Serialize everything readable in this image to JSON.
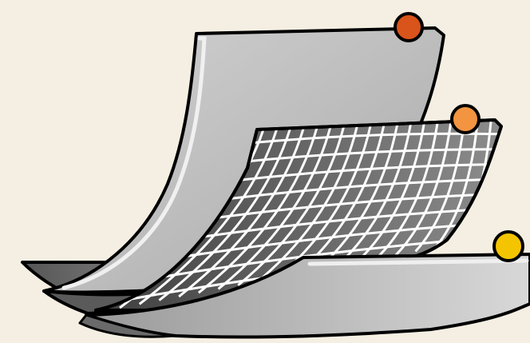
{
  "illustration": {
    "subject": "layered-flexible-sheets",
    "colors": {
      "background": "#f5efe3",
      "outline": "#000000",
      "sheet_light": "#e6e6e6",
      "sheet_mid": "#b5b5b5",
      "sheet_dark": "#4a4a4a",
      "mesh_dark": "#3d3d3d",
      "mesh_light": "#8a8a8a",
      "grid_lines": "#ffffff",
      "pin_top": "#d9541a",
      "pin_middle": "#f39440",
      "pin_bottom": "#f5c400"
    },
    "layers": [
      {
        "name": "top-sheet",
        "pattern": "plain",
        "pin_color": "pin_top"
      },
      {
        "name": "mesh-sheet",
        "pattern": "grid",
        "pin_color": "pin_middle"
      },
      {
        "name": "bottom-sheet",
        "pattern": "plain",
        "pin_color": "pin_bottom"
      }
    ]
  }
}
